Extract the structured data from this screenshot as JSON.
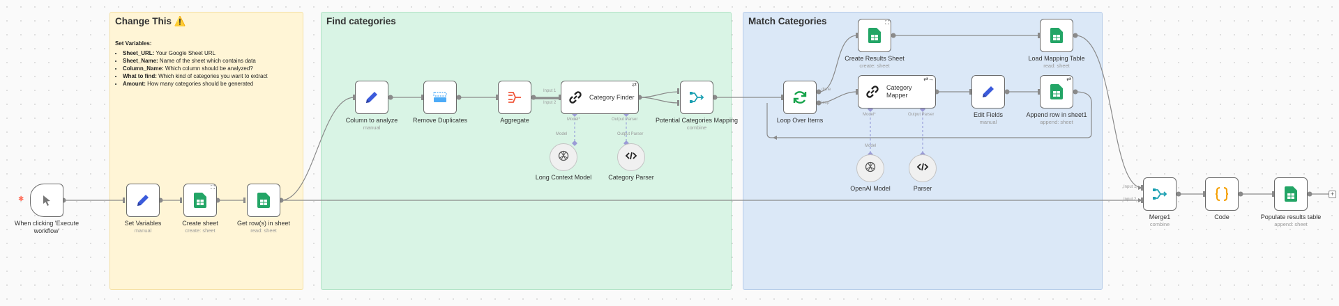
{
  "notes": {
    "change": {
      "title": "Change This ⚠️",
      "subtitle": "Set Variables:",
      "items": [
        {
          "key": "Sheet_URL:",
          "text": " Your Google Sheet URL"
        },
        {
          "key": "Sheet_Name:",
          "text": " Name of the sheet which contains data"
        },
        {
          "key": "Column_Name:",
          "text": " Which column should be analyzed?"
        },
        {
          "key": "What to find:",
          "text": " Which kind of categories you want to extract"
        },
        {
          "key": "Amount:",
          "text": " How many categories should be generated"
        }
      ]
    },
    "find": {
      "title": "Find categories"
    },
    "match": {
      "title": "Match Categories"
    }
  },
  "nodes": {
    "trigger": {
      "name": "When clicking 'Execute workflow'",
      "icon": "cursor-icon"
    },
    "set_vars": {
      "name": "Set Variables",
      "sub": "manual",
      "icon": "pencil-icon"
    },
    "create_sheet": {
      "name": "Create sheet",
      "sub": "create: sheet",
      "icon": "sheets-icon"
    },
    "get_rows": {
      "name": "Get row(s) in sheet",
      "sub": "read: sheet",
      "icon": "sheets-icon"
    },
    "column": {
      "name": "Column to analyze",
      "sub": "manual",
      "icon": "pencil-icon"
    },
    "dedupe": {
      "name": "Remove Duplicates",
      "icon": "dedupe-icon"
    },
    "aggregate": {
      "name": "Aggregate",
      "icon": "aggregate-icon"
    },
    "finder": {
      "name": "Category Finder",
      "icon": "chain-icon"
    },
    "potential": {
      "name": "Potential Categories Mapping",
      "sub": "combine",
      "icon": "merge-icon"
    },
    "long_model": {
      "name": "Long Context Model",
      "icon": "openai-icon"
    },
    "cat_parser": {
      "name": "Category Parser",
      "icon": "code-icon"
    },
    "loop": {
      "name": "Loop Over Items",
      "icon": "loop-icon"
    },
    "results_sheet": {
      "name": "Create Results Sheet",
      "sub": "create: sheet",
      "icon": "sheets-icon"
    },
    "load_mapping": {
      "name": "Load Mapping Table",
      "sub": "read: sheet",
      "icon": "sheets-icon"
    },
    "mapper": {
      "name": "Category Mapper",
      "icon": "chain-icon"
    },
    "edit": {
      "name": "Edit Fields",
      "sub": "manual",
      "icon": "pencil-icon"
    },
    "append": {
      "name": "Append row in sheet1",
      "sub": "append: sheet",
      "icon": "sheets-icon"
    },
    "openai": {
      "name": "OpenAI Model",
      "icon": "openai-icon"
    },
    "parser": {
      "name": "Parser",
      "icon": "code-icon"
    },
    "merge1": {
      "name": "Merge1",
      "sub": "combine",
      "icon": "merge-icon"
    },
    "code": {
      "name": "Code",
      "icon": "braces-icon"
    },
    "populate": {
      "name": "Populate results table",
      "sub": "append: sheet",
      "icon": "sheets-icon"
    }
  },
  "edge_labels": {
    "input1": "Input 1",
    "input2": "Input 2",
    "model_req": "Model*",
    "model": "Model",
    "output_parser": "Output Parser",
    "done": "done",
    "loop": "loop"
  },
  "colors": {
    "note_yellow": "#fff5d6",
    "note_green": "#d9f4e5",
    "note_blue": "#dbe8f7",
    "sheets_green": "#23a566",
    "pencil_blue": "#3b5bdb",
    "merge_teal": "#1a9fb1",
    "code_orange": "#f59f00",
    "connector_gray": "#8a8a8a"
  }
}
